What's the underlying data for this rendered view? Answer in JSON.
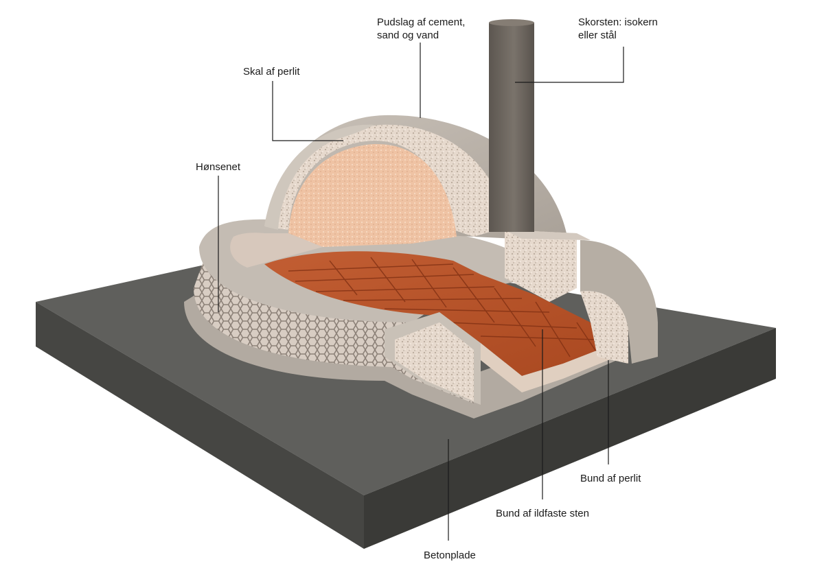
{
  "diagram": {
    "labels": {
      "pudslag": [
        "Pudslag af cement,",
        "sand og vand"
      ],
      "skorsten": [
        "Skorsten: isokern",
        "eller stål"
      ],
      "skal": "Skal af perlit",
      "honsenet": "Hønsenet",
      "bund_perlit": "Bund af perlit",
      "bund_sten": "Bund af ildfaste sten",
      "betonplade": "Betonplade"
    },
    "colors": {
      "concrete_top": "#5f5f5c",
      "concrete_side": "#3f3f3c",
      "plaster": "#bcb4ab",
      "perlite": "#e2d3c6",
      "interior": "#efc0a0",
      "firebrick": "#b8522b",
      "chimney": "#6e6760",
      "leader": "#1a1a1a"
    }
  }
}
